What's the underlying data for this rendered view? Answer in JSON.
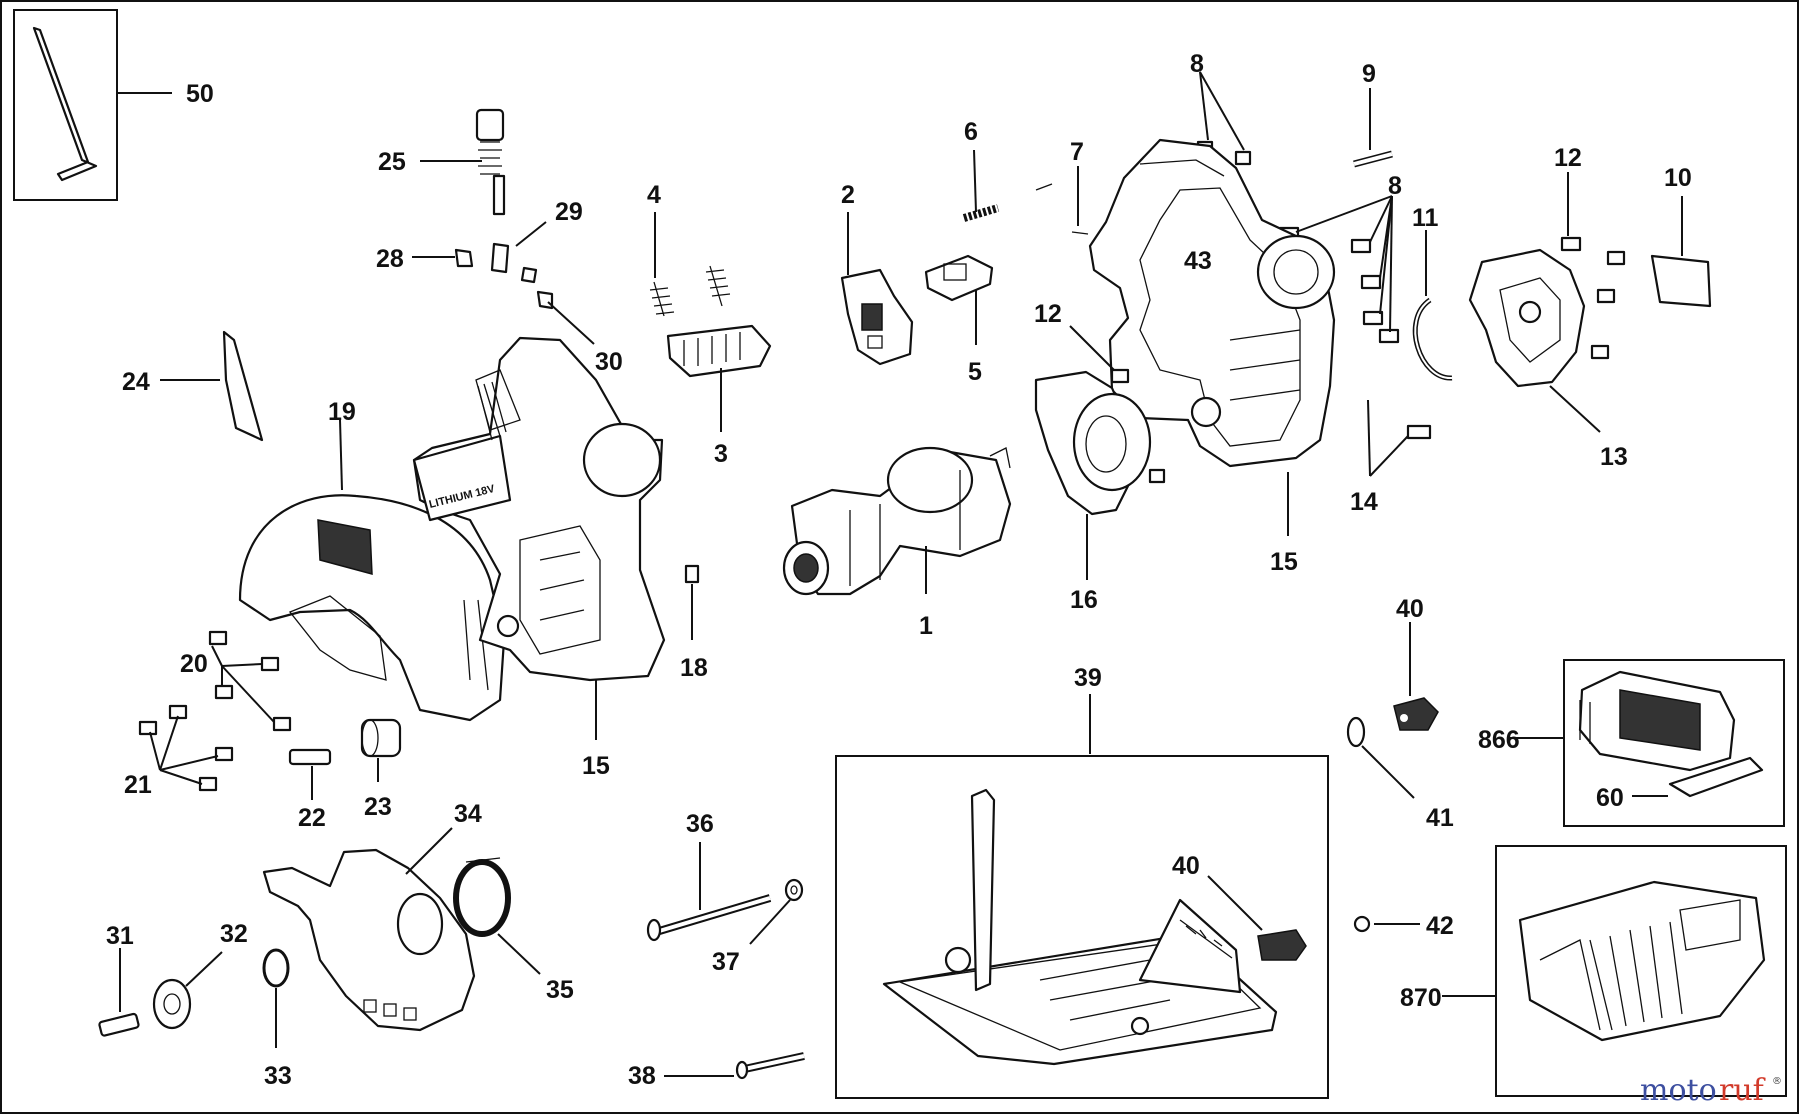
{
  "labels": {
    "p50": "50",
    "p25": "25",
    "p29": "29",
    "p28": "28",
    "p30": "30",
    "p4": "4",
    "p3": "3",
    "p2": "2",
    "p6": "6",
    "p5": "5",
    "p7": "7",
    "p8a": "8",
    "p8b": "8",
    "p9": "9",
    "p12a": "12",
    "p12b": "12",
    "p10": "10",
    "p11": "11",
    "p43": "43",
    "p13": "13",
    "p14": "14",
    "p15a": "15",
    "p15b": "15",
    "p16": "16",
    "p1": "1",
    "p24": "24",
    "p19": "19",
    "p18": "18",
    "p20": "20",
    "p21": "21",
    "p22": "22",
    "p23": "23",
    "p34": "34",
    "p35": "35",
    "p31": "31",
    "p32": "32",
    "p33": "33",
    "p36": "36",
    "p37": "37",
    "p38": "38",
    "p39": "39",
    "p40a": "40",
    "p40b": "40",
    "p41": "41",
    "p42": "42",
    "p866": "866",
    "p60": "60",
    "p870": "870"
  },
  "watermark": {
    "part1": "moto",
    "part2": "ruf",
    "reg": "®"
  },
  "battery_text": "LITHIUM 18V"
}
